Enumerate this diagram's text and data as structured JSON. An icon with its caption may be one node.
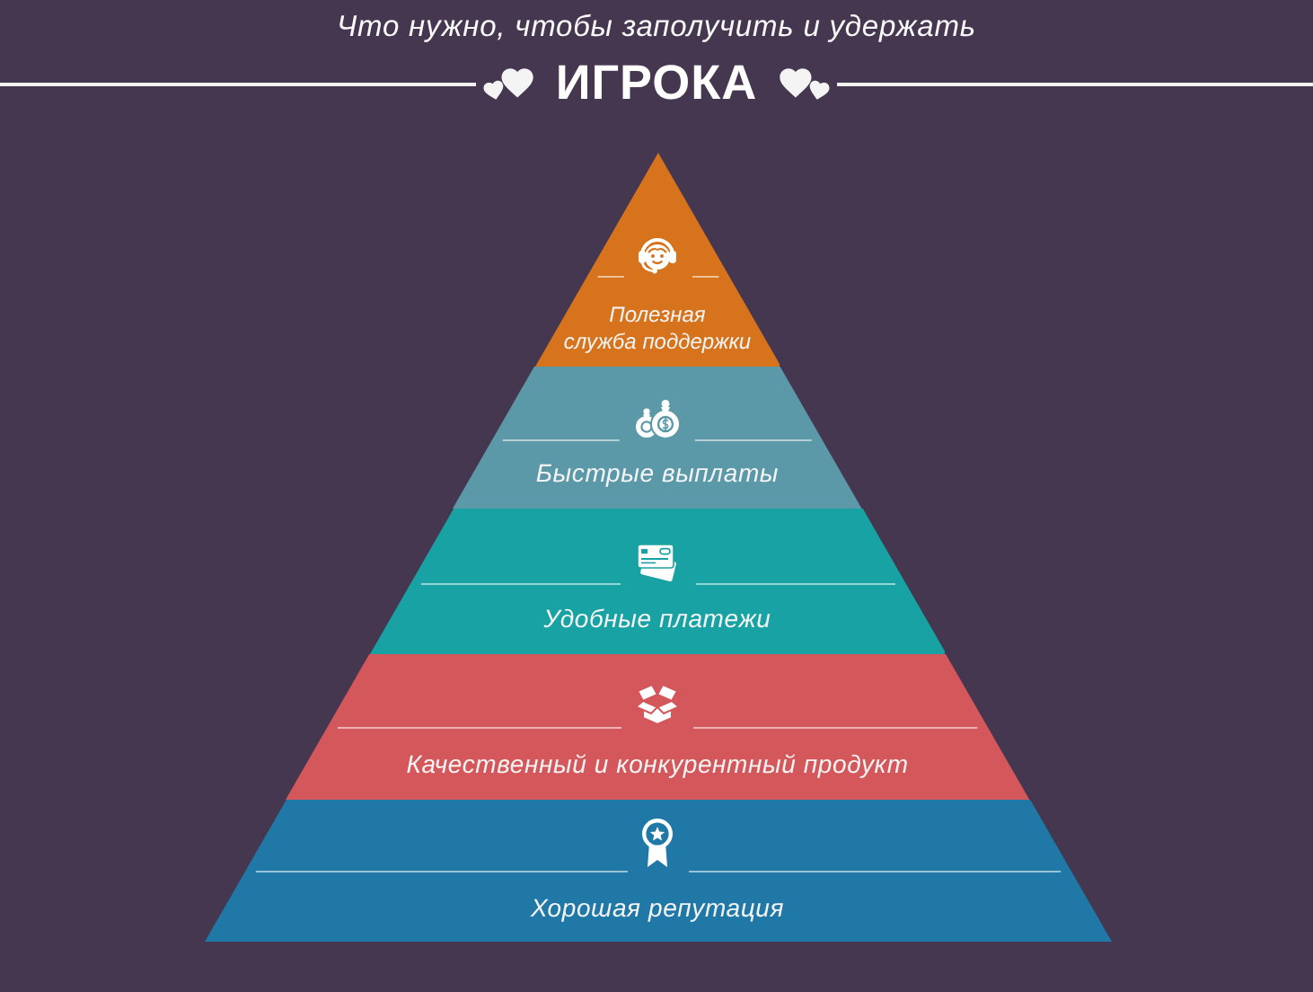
{
  "diagram": {
    "title": "Что нужно, чтобы заполучить и удержать",
    "nodes": [
      {
        "text": [
          "Полезная служба поддержки"
        ]
      },
      {
        "text": [
          "Быстрые выплаты"
        ]
      },
      {
        "text": [
          "Удобные платежи"
        ]
      },
      {
        "text": [
          "Качественный и конкурентный продукт"
        ]
      },
      {
        "text": [
          "Хорошая репутация"
        ]
      }
    ],
    "labels": [
      "ИГРОКА"
    ]
  }
}
